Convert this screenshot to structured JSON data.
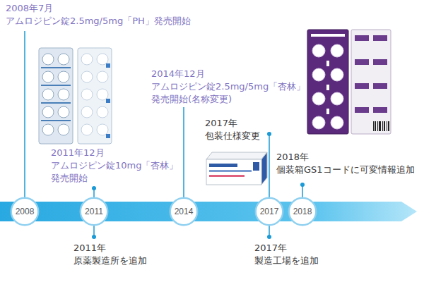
{
  "diagram": {
    "nodes": [
      {
        "text": [
          "2008"
        ]
      },
      {
        "text": [
          "2011"
        ]
      },
      {
        "text": [
          "2014"
        ]
      },
      {
        "text": [
          "2017"
        ]
      },
      {
        "text": [
          "2018"
        ]
      }
    ],
    "labels": [
      "2008年7月",
      "アムロジピン錠2.5mg/5mg「PH」発売開始",
      "2014年12月",
      "アムロジピン錠2.5mg/5mg「杏林」 発売開始(名称変更)",
      "2017年",
      "包装仕様変更",
      "2011年12月",
      "アムロジピン錠10mg「杏林」 発売開始",
      "2018年",
      "個装箱GS1コードに可変情報追加",
      "2011年",
      "原薬製造所を追加",
      "2017年",
      "製造工場を追加"
    ]
  }
}
